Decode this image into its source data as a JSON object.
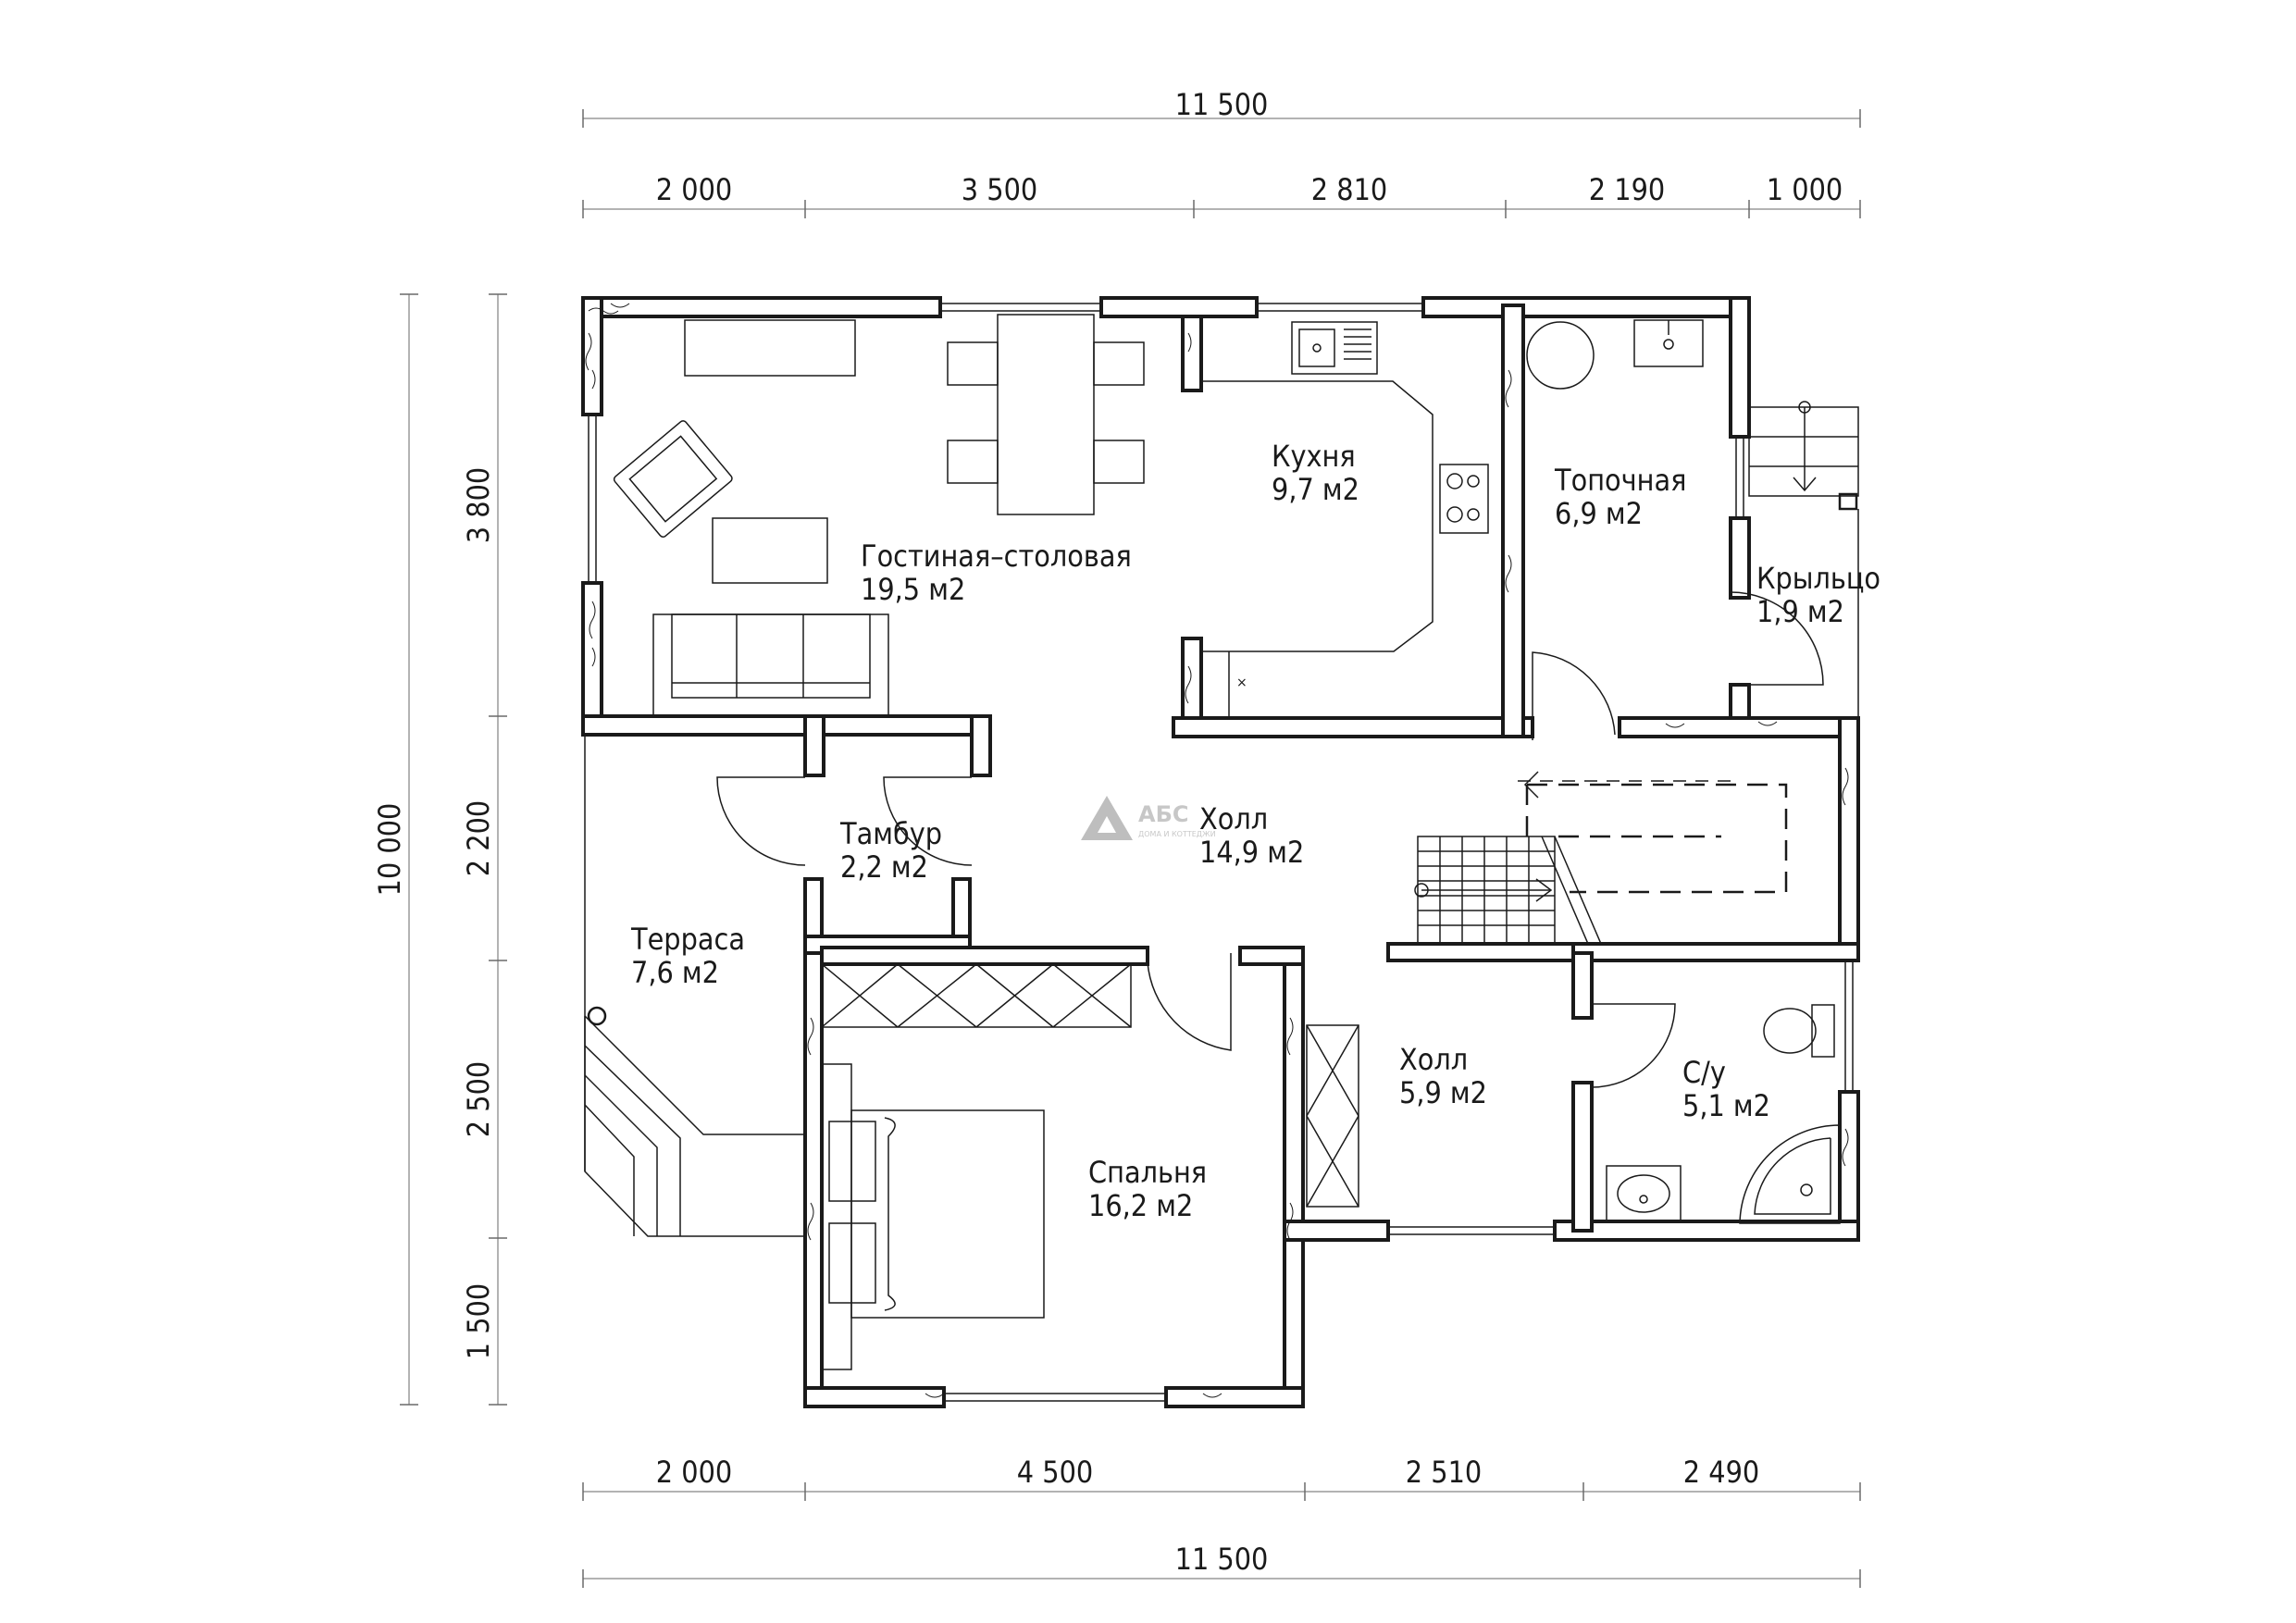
{
  "dimensions": {
    "top_total": "11 500",
    "top_segments": [
      "2 000",
      "3 500",
      "2 810",
      "2 190",
      "1 000"
    ],
    "bottom_segments": [
      "2 000",
      "4 500",
      "2 510",
      "2 490"
    ],
    "bottom_total": "11 500",
    "left_total": "10 000",
    "left_segments": [
      "3 800",
      "2 200",
      "2 500",
      "1 500"
    ]
  },
  "rooms": {
    "living": {
      "name": "Гостиная–столовая",
      "area": "19,5 м2"
    },
    "kitchen": {
      "name": "Кухня",
      "area": "9,7 м2"
    },
    "boiler": {
      "name": "Топочная",
      "area": "6,9 м2"
    },
    "porch": {
      "name": "Крыльцо",
      "area": "1,9 м2"
    },
    "vestibule": {
      "name": "Тамбур",
      "area": "2,2 м2"
    },
    "hall_main": {
      "name": "Холл",
      "area": "14,9 м2"
    },
    "terrace": {
      "name": "Терраса",
      "area": "7,6 м2"
    },
    "hall_small": {
      "name": "Холл",
      "area": "5,9 м2"
    },
    "bathroom": {
      "name": "С/у",
      "area": "5,1 м2"
    },
    "bedroom": {
      "name": "Спальня",
      "area": "16,2 м2"
    }
  },
  "logo": {
    "name": "АБС",
    "tagline": "ДОМА И КОТТЕДЖИ"
  }
}
